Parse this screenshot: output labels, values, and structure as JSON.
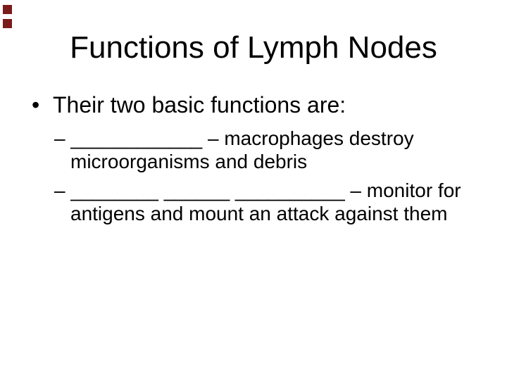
{
  "slide": {
    "background_color": "#ffffff",
    "text_color": "#000000",
    "decor": {
      "squares_color": "#7b1a1a",
      "squares_count": 2
    },
    "title": "Functions of Lymph Nodes",
    "bullets": {
      "level1": {
        "marker": "•",
        "text": "Their two basic functions are:"
      },
      "level2": [
        {
          "text": "– ____________ – macrophages destroy microorganisms and debris"
        },
        {
          "text": "– ________ ______ __________ – monitor for antigens and mount an attack against them"
        }
      ]
    }
  }
}
